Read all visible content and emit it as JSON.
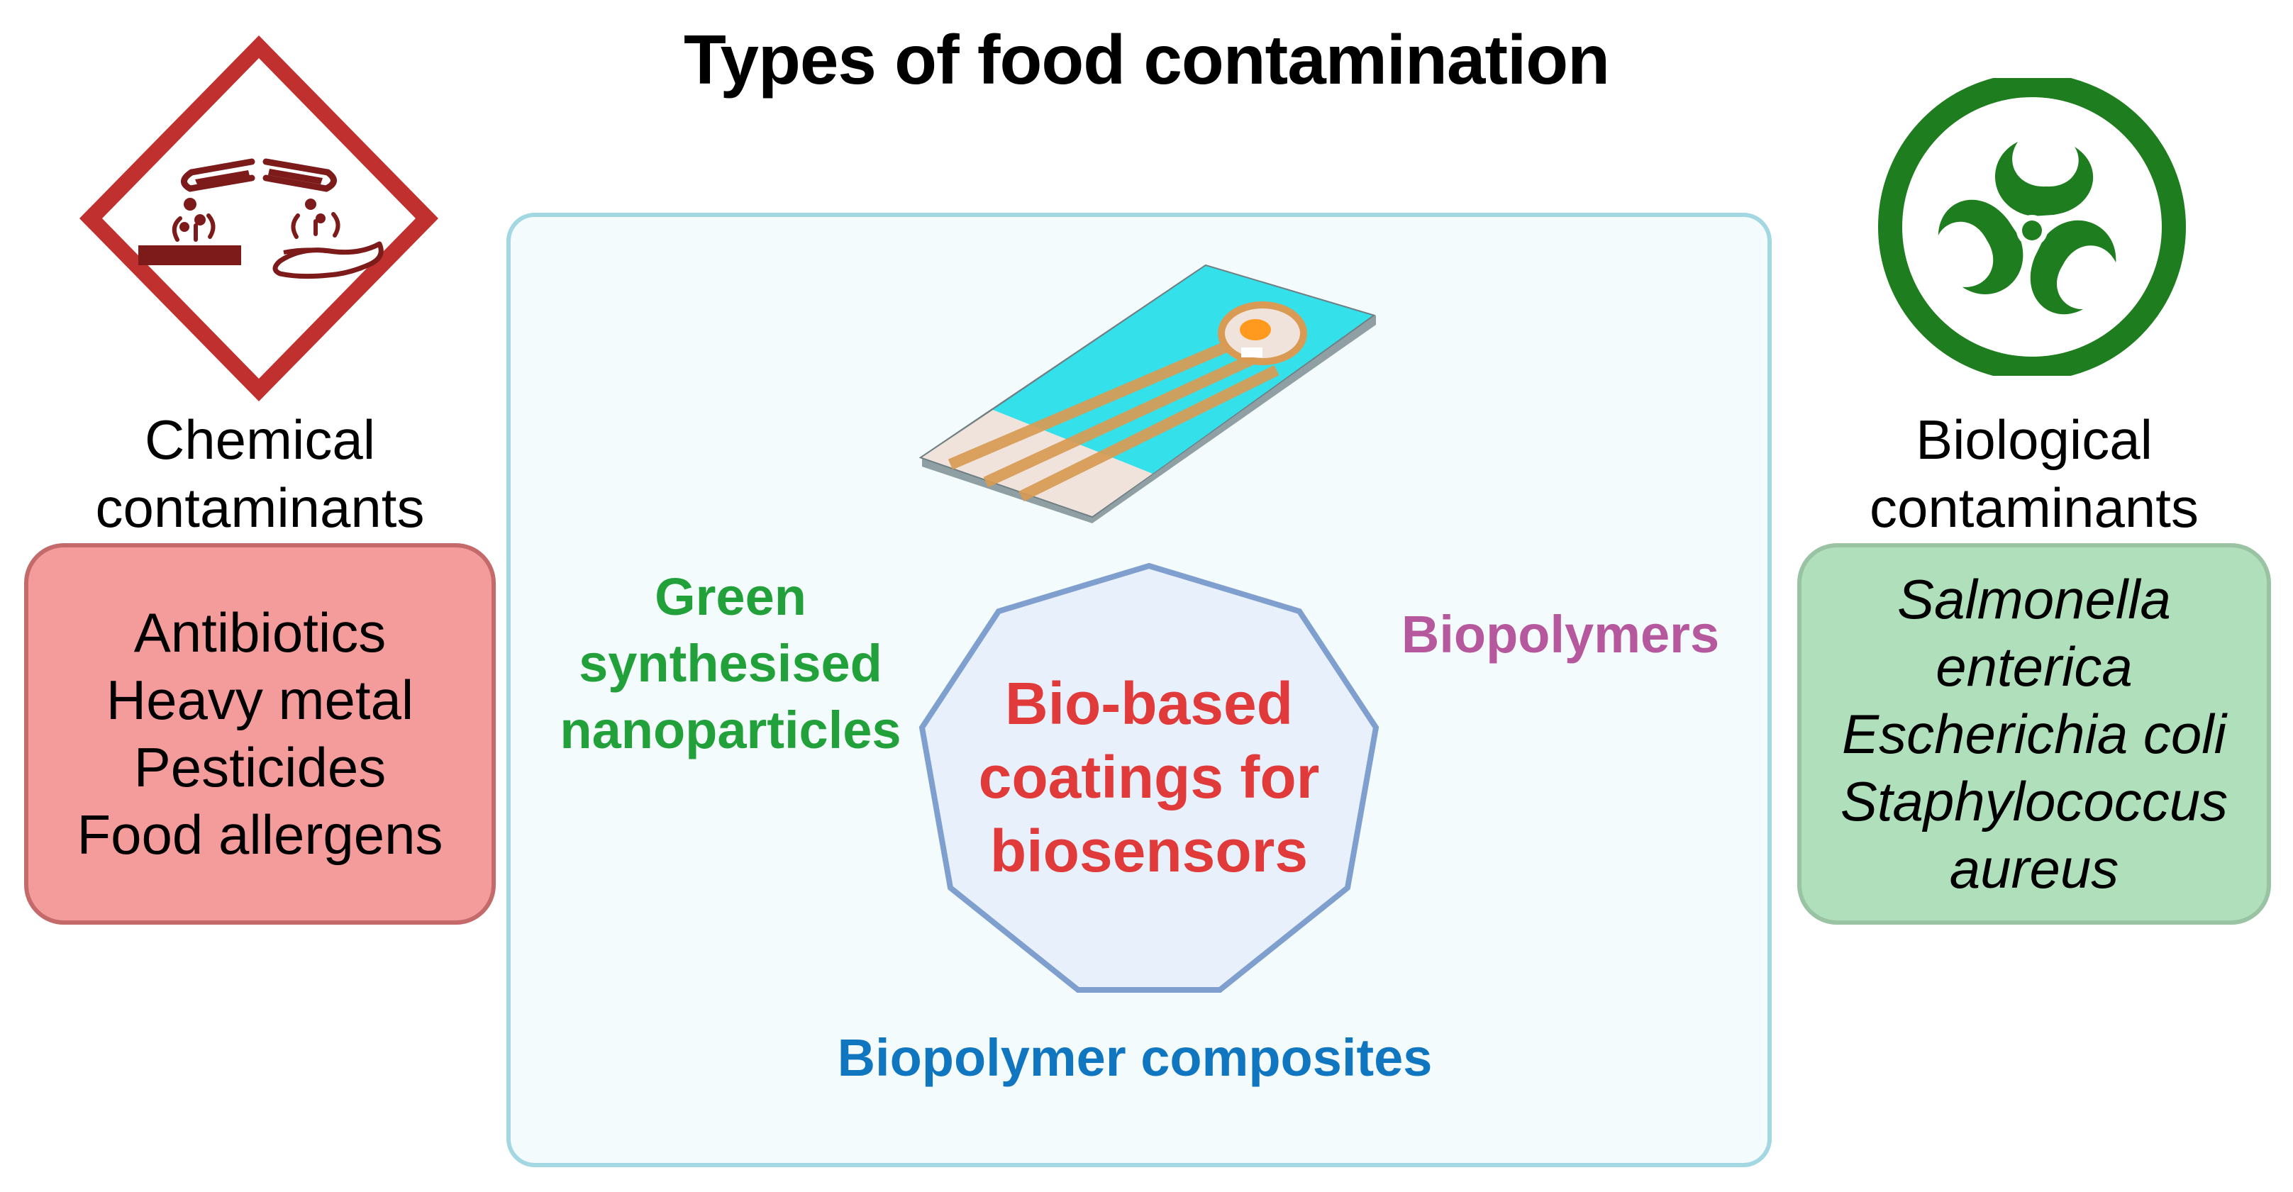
{
  "title": "Types of food contamination",
  "chemical": {
    "label_line1": "Chemical",
    "label_line2": "contaminants",
    "icon": "corrosive-hazard-icon",
    "items": [
      "Antibiotics",
      "Heavy metal",
      "Pesticides",
      "Food allergens"
    ],
    "colors": {
      "hazard": "#c0302e",
      "box_fill": "#f49c9c",
      "box_border": "#c46a6a"
    }
  },
  "biological": {
    "label_line1": "Biological",
    "label_line2": "contaminants",
    "icon": "biohazard-icon",
    "items": [
      "Salmonella",
      "enterica",
      "Escherichia coli",
      "Staphylococcus",
      "aureus"
    ],
    "colors": {
      "hazard": "#1e7d1e",
      "box_fill": "#b0dfbc",
      "box_border": "#9ac3a4"
    }
  },
  "center": {
    "sensor_icon": "screen-printed-electrode-icon",
    "core_line1": "Bio-based",
    "core_line2": "coatings for",
    "core_line3": "biosensors",
    "categories": {
      "green_line1": "Green",
      "green_line2": "synthesised",
      "green_line3": "nanoparticles",
      "biopolymers": "Biopolymers",
      "composites": "Biopolymer composites"
    },
    "colors": {
      "core": "#e03a3a",
      "green": "#22a13b",
      "purple": "#b5589e",
      "blue": "#1176c0",
      "octagon_fill": "#e8f1fb",
      "octagon_border": "#7f9fce",
      "panel_border": "#a3d7e1"
    }
  }
}
